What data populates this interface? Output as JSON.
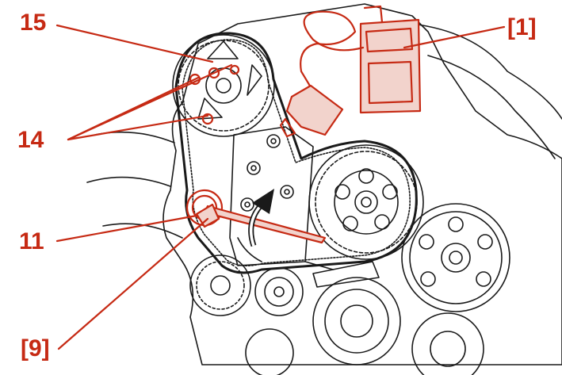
{
  "labels": {
    "l15": "15",
    "l14": "14",
    "l11": "11",
    "l1": "[1]",
    "l9": "[9]"
  },
  "colors": {
    "accent": "#c62a14",
    "line": "#1a1a1a",
    "background": "#ffffff"
  }
}
